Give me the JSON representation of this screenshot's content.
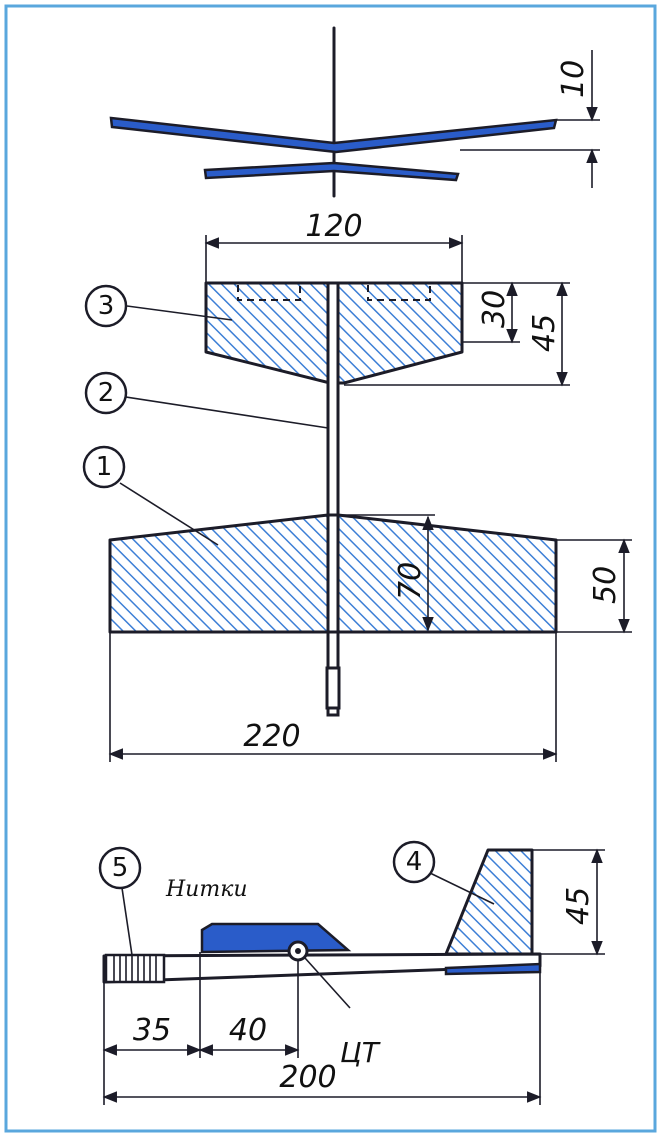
{
  "dimensions": {
    "tail_gap": "10",
    "stab_span": "120",
    "stab_chord_inner": "30",
    "stab_chord_outer": "45",
    "wing_root_chord": "70",
    "wing_tip_chord": "50",
    "wing_span": "220",
    "fin_height": "45",
    "nose_to_wing": "35",
    "wing_to_cg": "40",
    "fuselage_length": "200"
  },
  "callouts": [
    "1",
    "2",
    "3",
    "4",
    "5"
  ],
  "labels": {
    "threads": "Нитки",
    "center_of_gravity": "ЦТ"
  },
  "colors": {
    "ink": "#1c1c28",
    "hatch_blue": "#3d7fd6",
    "solid_blue": "#2a5cc9",
    "frame": "#5aa7dd"
  }
}
